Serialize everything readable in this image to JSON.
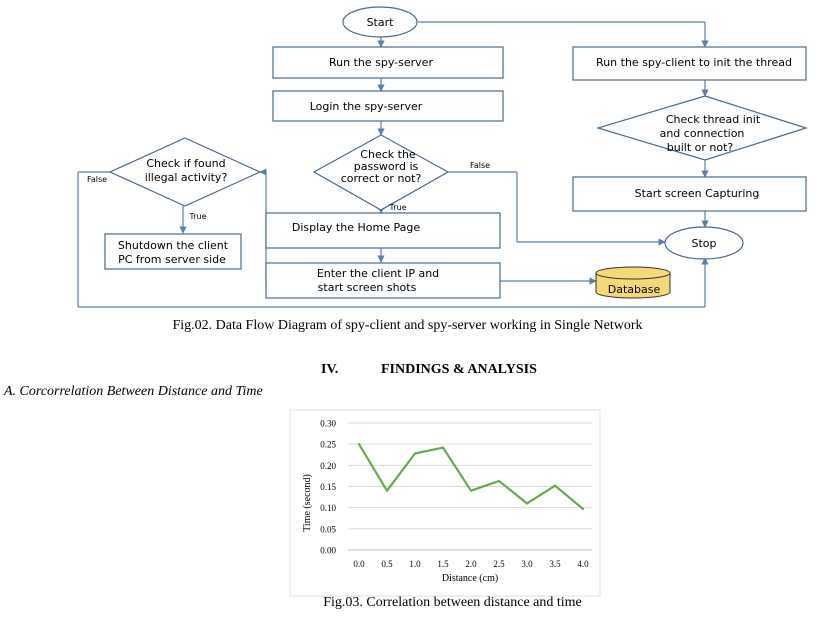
{
  "flowchart": {
    "start": "Start",
    "run_server": "Run the spy-server",
    "login_server": "Login the spy-server",
    "check_password": [
      "Check  the",
      "password is",
      "correct or not?"
    ],
    "display_home": "Display the Home Page",
    "enter_ip": [
      "Enter the client IP and",
      "start screen shots"
    ],
    "database": "Database",
    "check_illegal": [
      "Check if found",
      "illegal activity?"
    ],
    "shutdown": [
      "Shutdown the client",
      "PC from server side"
    ],
    "run_client": "Run the spy-client to init the thread",
    "check_thread": [
      "Check thread init",
      "and connection",
      "built or not?"
    ],
    "start_capture": "Start screen Capturing",
    "stop": "Stop",
    "label_true_1": "True",
    "label_true_2": "True",
    "label_false_1": "False",
    "label_false_2": "False"
  },
  "fig2_caption": "Fig.02. Data Flow Diagram of spy-client and spy-server working in Single Network",
  "section": {
    "number": "IV.",
    "title": "FINDINGS & ANALYSIS"
  },
  "subsection": "A.   Corcorrelation Between Distance and Time",
  "fig3_caption": "Fig.03. Correlation between distance and time",
  "colors": {
    "box_border": "#4a6a8a",
    "line": "#5a7fa8",
    "series": "#6aa84f",
    "database_fill": "#f6d77a"
  },
  "chart_data": {
    "type": "line",
    "x": [
      0.0,
      0.5,
      1.0,
      1.5,
      2.0,
      2.5,
      3.0,
      3.5,
      4.0
    ],
    "x_tick_labels": [
      "0.0",
      "0.5",
      "1.0",
      "1.5",
      "2.0",
      "2.5",
      "3.0",
      "3.5",
      "4.0"
    ],
    "y": [
      0.25,
      0.14,
      0.228,
      0.242,
      0.14,
      0.163,
      0.11,
      0.152,
      0.097
    ],
    "y_tick_labels": [
      "0.00",
      "0.05",
      "0.10",
      "0.15",
      "0.20",
      "0.25",
      "0.30"
    ],
    "xlabel": "Distance (cm)",
    "ylabel": "Time (second)",
    "ylim": [
      0,
      0.3
    ],
    "grid": "horizontal"
  }
}
